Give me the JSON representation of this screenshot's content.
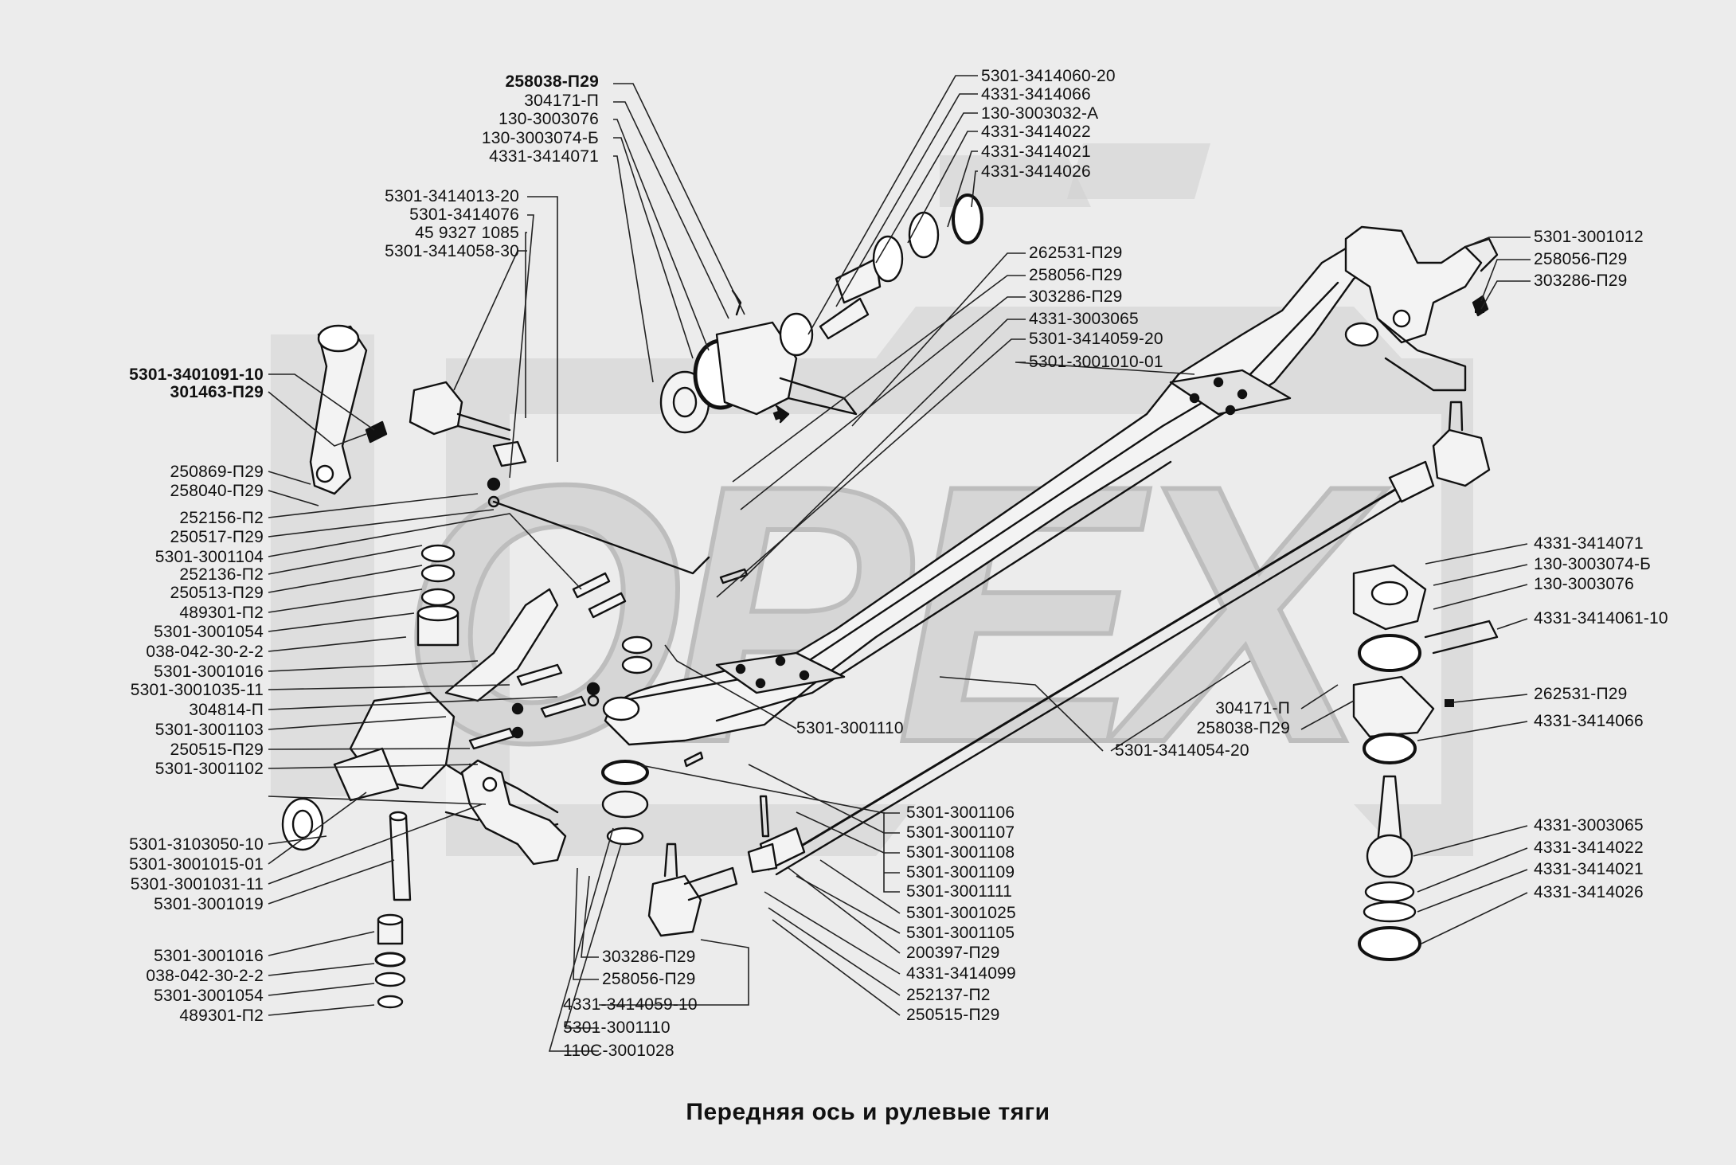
{
  "caption": "Передняя ось и рулевые тяги",
  "watermark": "OPEX",
  "colors": {
    "background": "#ececec",
    "watermark": "#cfcfcf",
    "ink": "#111111"
  },
  "labels": {
    "258038-П29": "258038-П29",
    "304171-П": "304171-П",
    "130-3003076": "130-3003076",
    "130-3003074-Б": "130-3003074-Б",
    "4331-3414071": "4331-3414071",
    "5301-3414013-20": "5301-3414013-20",
    "5301-3414076": "5301-3414076",
    "45 9327 1085": "45 9327 1085",
    "5301-3414058-30": "5301-3414058-30",
    "5301-3401091-10": "5301-3401091-10",
    "301463-П29": "301463-П29",
    "250869-П29": "250869-П29",
    "258040-П29": "258040-П29",
    "252156-П2": "252156-П2",
    "250517-П29": "250517-П29",
    "5301-3001104": "5301-3001104",
    "252136-П2": "252136-П2",
    "250513-П29": "250513-П29",
    "489301-П2": "489301-П2",
    "5301-3001054": "5301-3001054",
    "038-042-30-2-2": "038-042-30-2-2",
    "5301-3001016": "5301-3001016",
    "5301-3001035-11": "5301-3001035-11",
    "304814-П": "304814-П",
    "5301-3001103": "5301-3001103",
    "250515-П29": "250515-П29",
    "5301-3001102": "5301-3001102",
    "5301-3103050-10": "5301-3103050-10",
    "5301-3001015-01": "5301-3001015-01",
    "5301-3001031-11": "5301-3001031-11",
    "5301-3001019": "5301-3001019",
    "5301-3414060-20": "5301-3414060-20",
    "4331-3414066": "4331-3414066",
    "130-3003032-А": "130-3003032-А",
    "4331-3414022": "4331-3414022",
    "4331-3414021": "4331-3414021",
    "4331-3414026": "4331-3414026",
    "262531-П29": "262531-П29",
    "258056-П29": "258056-П29",
    "303286-П29": "303286-П29",
    "4331-3003065": "4331-3003065",
    "5301-3414059-20": "5301-3414059-20",
    "5301-3001010-01": "5301-3001010-01",
    "5301-3001012": "5301-3001012",
    "4331-3414061-10": "4331-3414061-10",
    "5301-3414054-20": "5301-3414054-20",
    "5301-3001110": "5301-3001110",
    "5301-3001106": "5301-3001106",
    "5301-3001107": "5301-3001107",
    "5301-3001108": "5301-3001108",
    "5301-3001109": "5301-3001109",
    "5301-3001111": "5301-3001111",
    "5301-3001025": "5301-3001025",
    "5301-3001105": "5301-3001105",
    "200397-П29": "200397-П29",
    "4331-3414099": "4331-3414099",
    "252137-П2": "252137-П2",
    "4331-3414059-10": "4331-3414059-10",
    "110С-3001028": "110С-3001028"
  }
}
